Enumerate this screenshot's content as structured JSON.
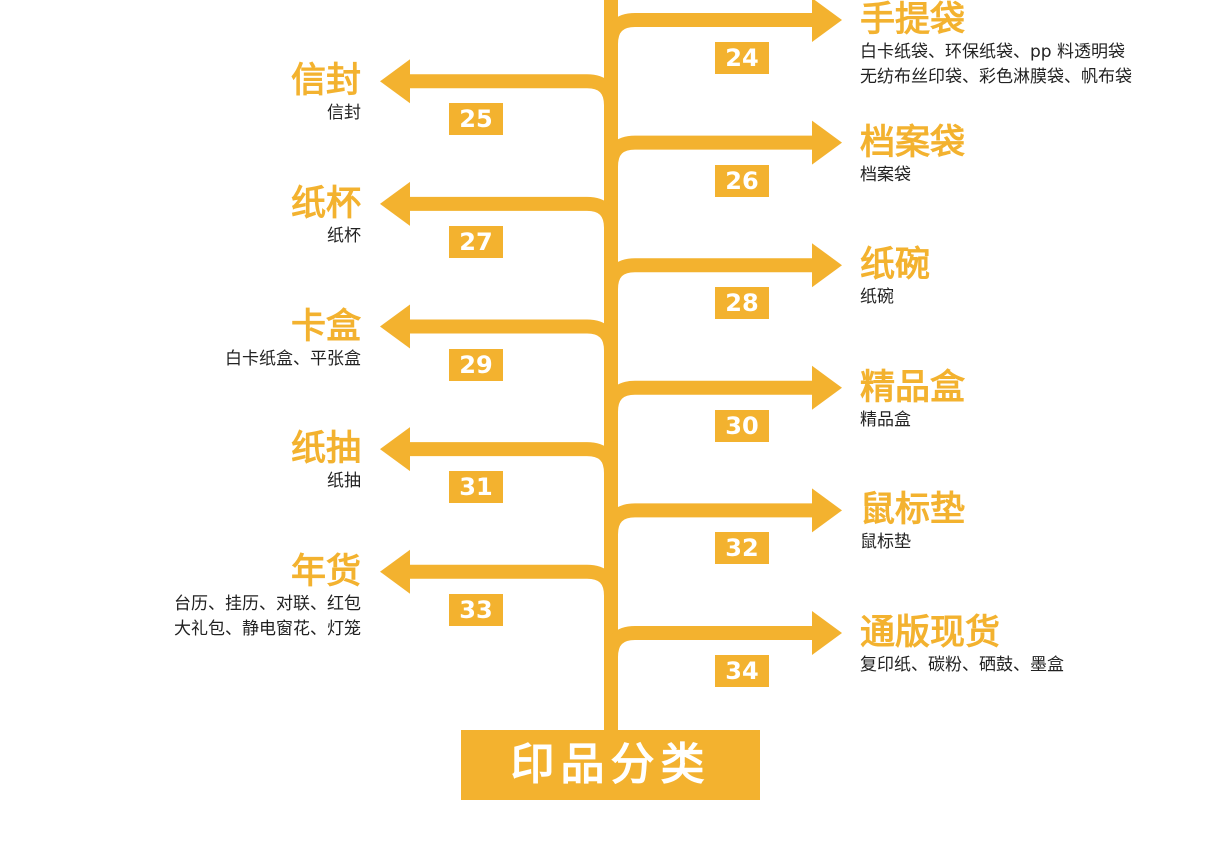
{
  "colors": {
    "accent": "#F3B22F",
    "text": "#222222",
    "background": "#ffffff"
  },
  "root": {
    "label": "印品分类"
  },
  "branches": [
    {
      "id": "24",
      "side": "right",
      "title": "手提袋",
      "desc": [
        "白卡纸袋、环保纸袋、pp 料透明袋",
        "无纺布丝印袋、彩色淋膜袋、帆布袋"
      ]
    },
    {
      "id": "25",
      "side": "left",
      "title": "信封",
      "desc": [
        "信封"
      ]
    },
    {
      "id": "26",
      "side": "right",
      "title": "档案袋",
      "desc": [
        "档案袋"
      ]
    },
    {
      "id": "27",
      "side": "left",
      "title": "纸杯",
      "desc": [
        "纸杯"
      ]
    },
    {
      "id": "28",
      "side": "right",
      "title": "纸碗",
      "desc": [
        "纸碗"
      ]
    },
    {
      "id": "29",
      "side": "left",
      "title": "卡盒",
      "desc": [
        "白卡纸盒、平张盒"
      ]
    },
    {
      "id": "30",
      "side": "right",
      "title": "精品盒",
      "desc": [
        "精品盒"
      ]
    },
    {
      "id": "31",
      "side": "left",
      "title": "纸抽",
      "desc": [
        "纸抽"
      ]
    },
    {
      "id": "32",
      "side": "right",
      "title": "鼠标垫",
      "desc": [
        "鼠标垫"
      ]
    },
    {
      "id": "33",
      "side": "left",
      "title": "年货",
      "desc": [
        "台历、挂历、对联、红包",
        "大礼包、静电窗花、灯笼"
      ]
    },
    {
      "id": "34",
      "side": "right",
      "title": "通版现货",
      "desc": [
        "复印纸、碳粉、硒鼓、墨盒"
      ]
    }
  ]
}
